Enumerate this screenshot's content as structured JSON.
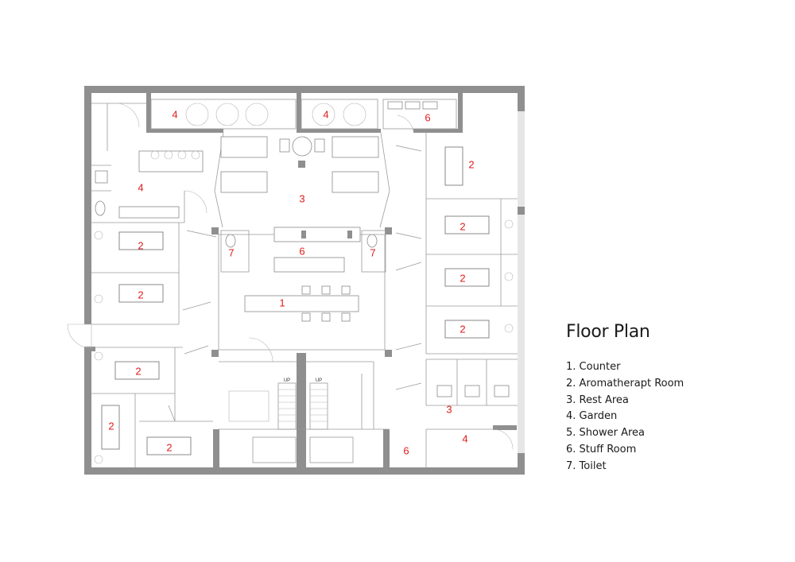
{
  "legend": {
    "title": "Floor Plan",
    "items": [
      "1. Counter",
      "2. Aromatherapt Room",
      "3. Rest Area",
      "4. Garden",
      "5. Shower Area",
      "6. Stuff Room",
      "7. Toilet"
    ]
  },
  "labels": {
    "counter": "1",
    "aroma_room": "2",
    "rest_area": "3",
    "garden": "4",
    "stuff_room": "6",
    "toilet": "7",
    "stair_up": "UP"
  },
  "colors": {
    "wall": "#8f8f8f",
    "room_number": "#e01b1b",
    "text": "#1a1a1a"
  }
}
